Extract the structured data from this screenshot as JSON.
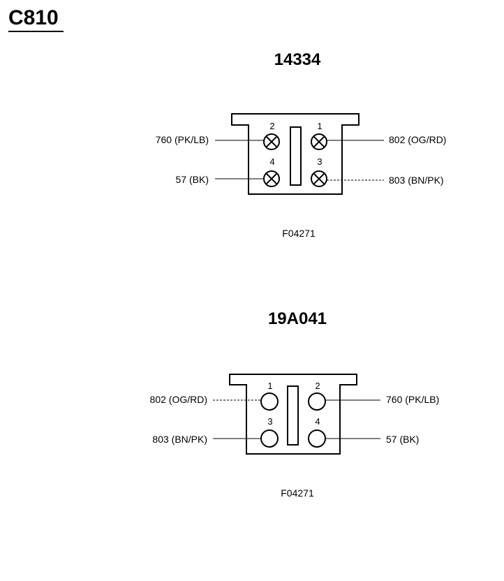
{
  "connector_id": "C810",
  "views": [
    {
      "part_number": "14334",
      "figure_id": "F04271",
      "pin_style": "crossed",
      "pins": [
        {
          "number": "2",
          "wire": "760 (PK/LB)"
        },
        {
          "number": "1",
          "wire": "802 (OG/RD)"
        },
        {
          "number": "4",
          "wire": "57 (BK)"
        },
        {
          "number": "3",
          "wire": "803 (BN/PK)"
        }
      ]
    },
    {
      "part_number": "19A041",
      "figure_id": "F04271",
      "pin_style": "open",
      "pins": [
        {
          "number": "1",
          "wire": "802 (OG/RD)"
        },
        {
          "number": "2",
          "wire": "760 (PK/LB)"
        },
        {
          "number": "3",
          "wire": "803 (BN/PK)"
        },
        {
          "number": "4",
          "wire": "57 (BK)"
        }
      ]
    }
  ]
}
